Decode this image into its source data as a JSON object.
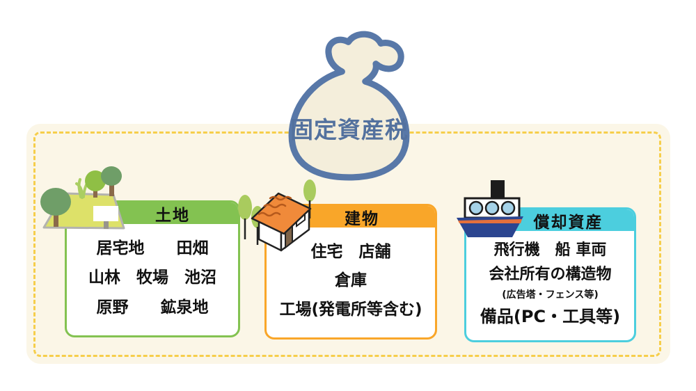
{
  "title": {
    "bag_label": "固定資産税"
  },
  "colors": {
    "panel_bg": "#fbf6e7",
    "panel_dash": "#f6ce4b",
    "bag_fill": "#f4eedb",
    "bag_stroke": "#5878a8",
    "land_accent": "#83c251",
    "building_accent": "#f9a629",
    "depreciable_accent": "#4ccede",
    "text": "#111111"
  },
  "icons": [
    "money-bag-icon",
    "land-icon",
    "house-icon",
    "ship-icon"
  ],
  "boxes": [
    {
      "id": "land",
      "title": "土地",
      "rows": [
        "居宅地　　田畑",
        "山林　牧場　池沼",
        "原野　　鉱泉地"
      ]
    },
    {
      "id": "building",
      "title": "建物",
      "rows": [
        "住宅　店舗",
        "倉庫",
        "工場(発電所等含む)"
      ]
    },
    {
      "id": "depreciable",
      "title": "償却資産",
      "rows": [
        "飛行機　船 車両",
        "会社所有の構造物",
        "(広告塔・フェンス等)",
        "備品(PC・工具等)"
      ]
    }
  ]
}
